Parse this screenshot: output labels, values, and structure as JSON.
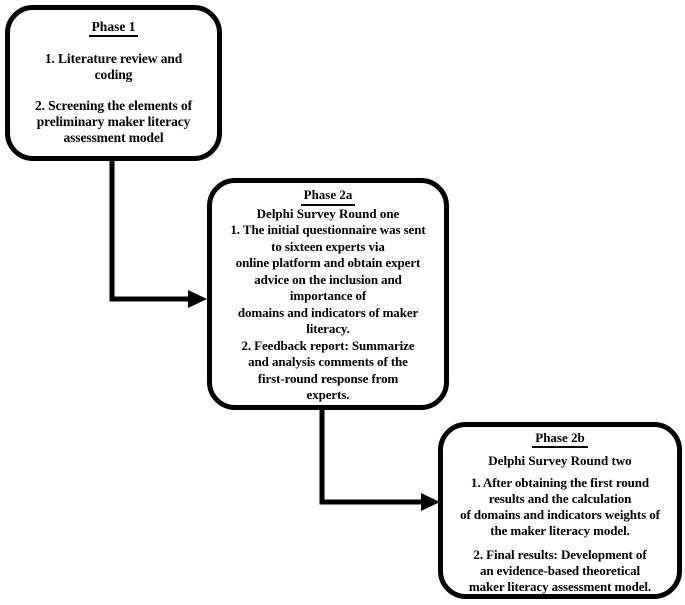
{
  "diagram": {
    "type": "flowchart",
    "colors": {
      "line": "#000000",
      "box_border": "#000000",
      "background": "#ffffff",
      "text": "#000000"
    },
    "boxes": [
      {
        "id": "phase-1",
        "title": "Phase 1",
        "paragraphs": {
          "p1": "1. Literature review and\ncoding",
          "p2": "2. Screening the elements of\npreliminary maker literacy\nassessment model"
        }
      },
      {
        "id": "phase-2a",
        "title": "Phase 2a",
        "subtitle": "Delphi Survey Round one",
        "body": "1. The initial questionnaire was sent\nto sixteen experts via\nonline platform and obtain expert\nadvice on the inclusion and\nimportance of\ndomains and indicators of maker\nliteracy.\n2. Feedback report: Summarize\nand analysis comments of the\nfirst-round response from\nexperts."
      },
      {
        "id": "phase-2b",
        "title": "Phase 2b",
        "subtitle": "Delphi Survey Round two",
        "paragraphs": {
          "p1": "1. After obtaining the first round\nresults and the calculation\nof domains and indicators weights of\nthe maker literacy model.",
          "p2": "2. Final results: Development of\nan evidence-based theoretical\nmaker literacy assessment model."
        }
      }
    ],
    "connectors": [
      {
        "from": "phase-1",
        "to": "phase-2a",
        "style": "elbow-down-right-arrow"
      },
      {
        "from": "phase-2a",
        "to": "phase-2b",
        "style": "elbow-down-right-arrow"
      }
    ]
  }
}
